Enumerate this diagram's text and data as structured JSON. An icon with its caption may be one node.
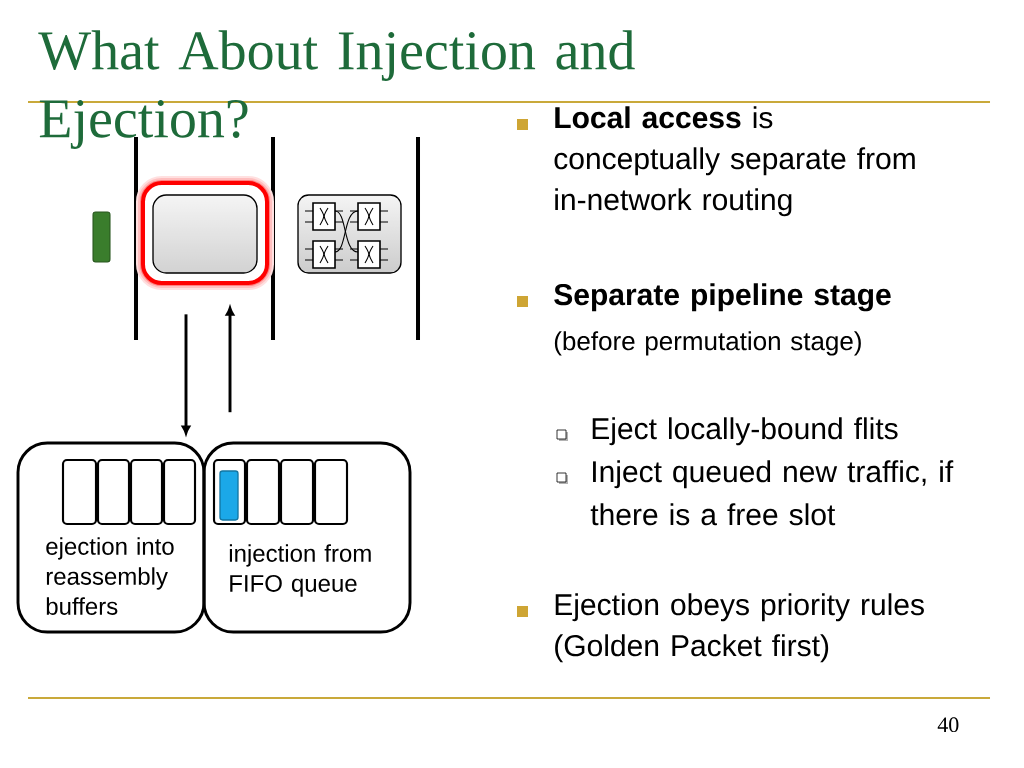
{
  "diagram": {
    "title": "What About Injection and Ejection?",
    "nodes": [
      {
        "text": [],
        "shape": "box"
      },
      {
        "text": [
          "ejection into reassembly buffers"
        ]
      },
      {
        "text": [
          "injection from FIFO queue"
        ]
      }
    ],
    "edges": [
      {
        "from": 0,
        "to": 1,
        "arrow": "to"
      },
      {
        "from": 2,
        "to": 0,
        "arrow": "to"
      }
    ],
    "labels": [
      "**Local access** is conceptually separate from in-network routing",
      "Separate pipeline stage",
      "(before permutation stage)",
      "Eject locally-bound flits",
      "Inject queued new traffic, if there is a free slot",
      "Ejection obeys priority rules (Golden Packet first)",
      "40"
    ]
  }
}
